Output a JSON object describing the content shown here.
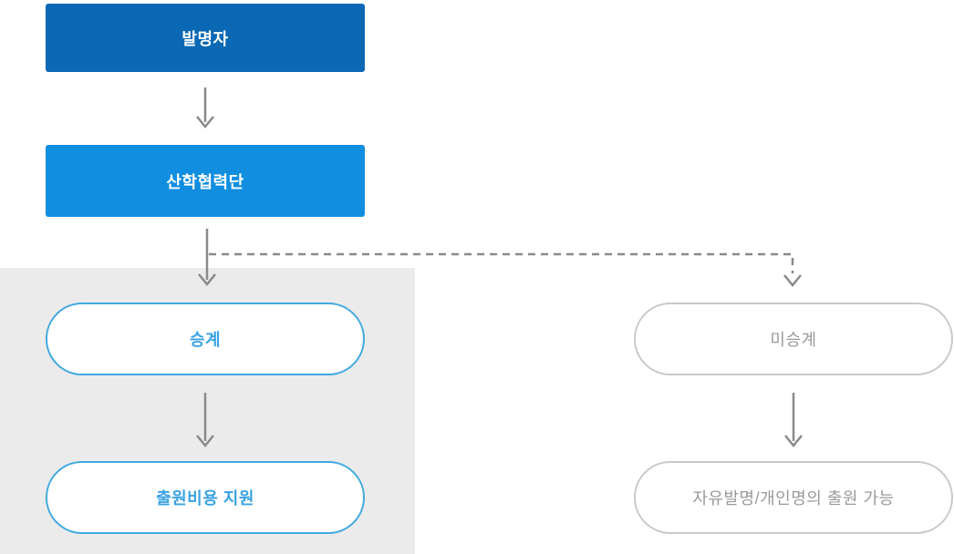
{
  "colors": {
    "inventor_box_bg": "#0a68b4",
    "foundation_box_bg": "#118ee0",
    "blue_pill_border": "#41a9e0",
    "blue_pill_text": "#3aa2e2",
    "gray_pill_border": "#c9c9c9",
    "gray_pill_text": "#9a9a9a",
    "arrow_gray": "#8a8a8a",
    "panel_bg": "#ebebeb",
    "box_text": "#ffffff"
  },
  "flowchart": {
    "inventor": {
      "label": "발명자"
    },
    "foundation": {
      "label": "산학협력단"
    },
    "succession_branch": {
      "succession": {
        "label": "승계"
      },
      "cost_support": {
        "label": "출원비용 지원"
      }
    },
    "non_succession_branch": {
      "non_succession": {
        "label": "미승계"
      },
      "free_invention": {
        "label": "자유발명/개인명의 출원 가능"
      }
    }
  }
}
